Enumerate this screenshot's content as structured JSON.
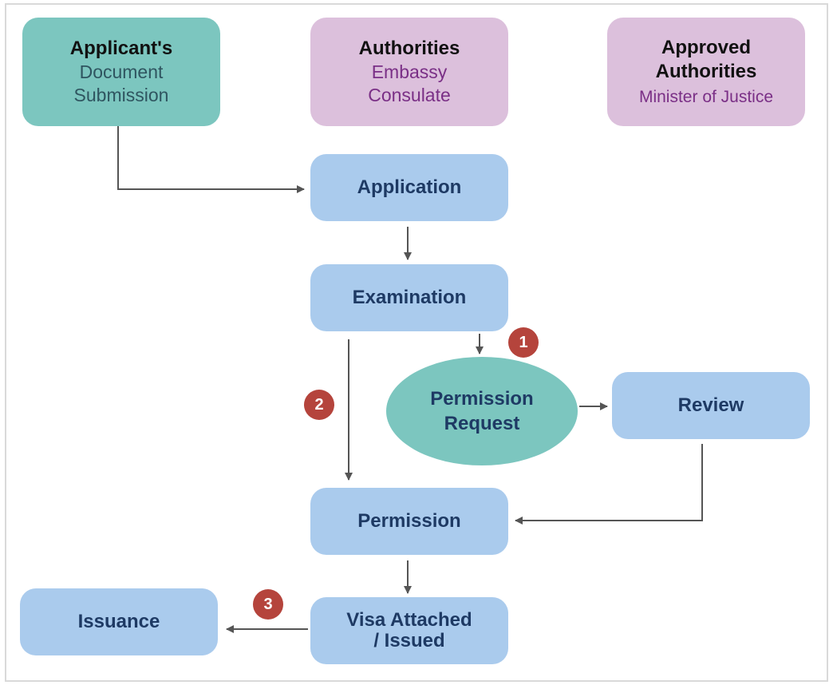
{
  "lanes": {
    "applicant": {
      "title": "Applicant's",
      "line1": "Document",
      "line2": "Submission"
    },
    "authorities": {
      "title": "Authorities",
      "line1": "Embassy",
      "line2": "Consulate"
    },
    "approved": {
      "title_line1": "Approved",
      "title_line2": "Authorities",
      "line1": "Minister of Justice"
    }
  },
  "steps": {
    "application": "Application",
    "examination": "Examination",
    "permission_request_line1": "Permission",
    "permission_request_line2": "Request",
    "review": "Review",
    "permission": "Permission",
    "visa_line1": "Visa Attached",
    "visa_line2": "/ Issued",
    "issuance": "Issuance"
  },
  "badges": {
    "one": "1",
    "two": "2",
    "three": "3"
  },
  "colors": {
    "teal": "#7cc6bf",
    "pink": "#dcc0dc",
    "blue": "#aacbed",
    "badge_red": "#b5443c",
    "arrow_gray": "#555555",
    "step_text": "#1e3a64",
    "purple_text": "#7a2f86"
  }
}
